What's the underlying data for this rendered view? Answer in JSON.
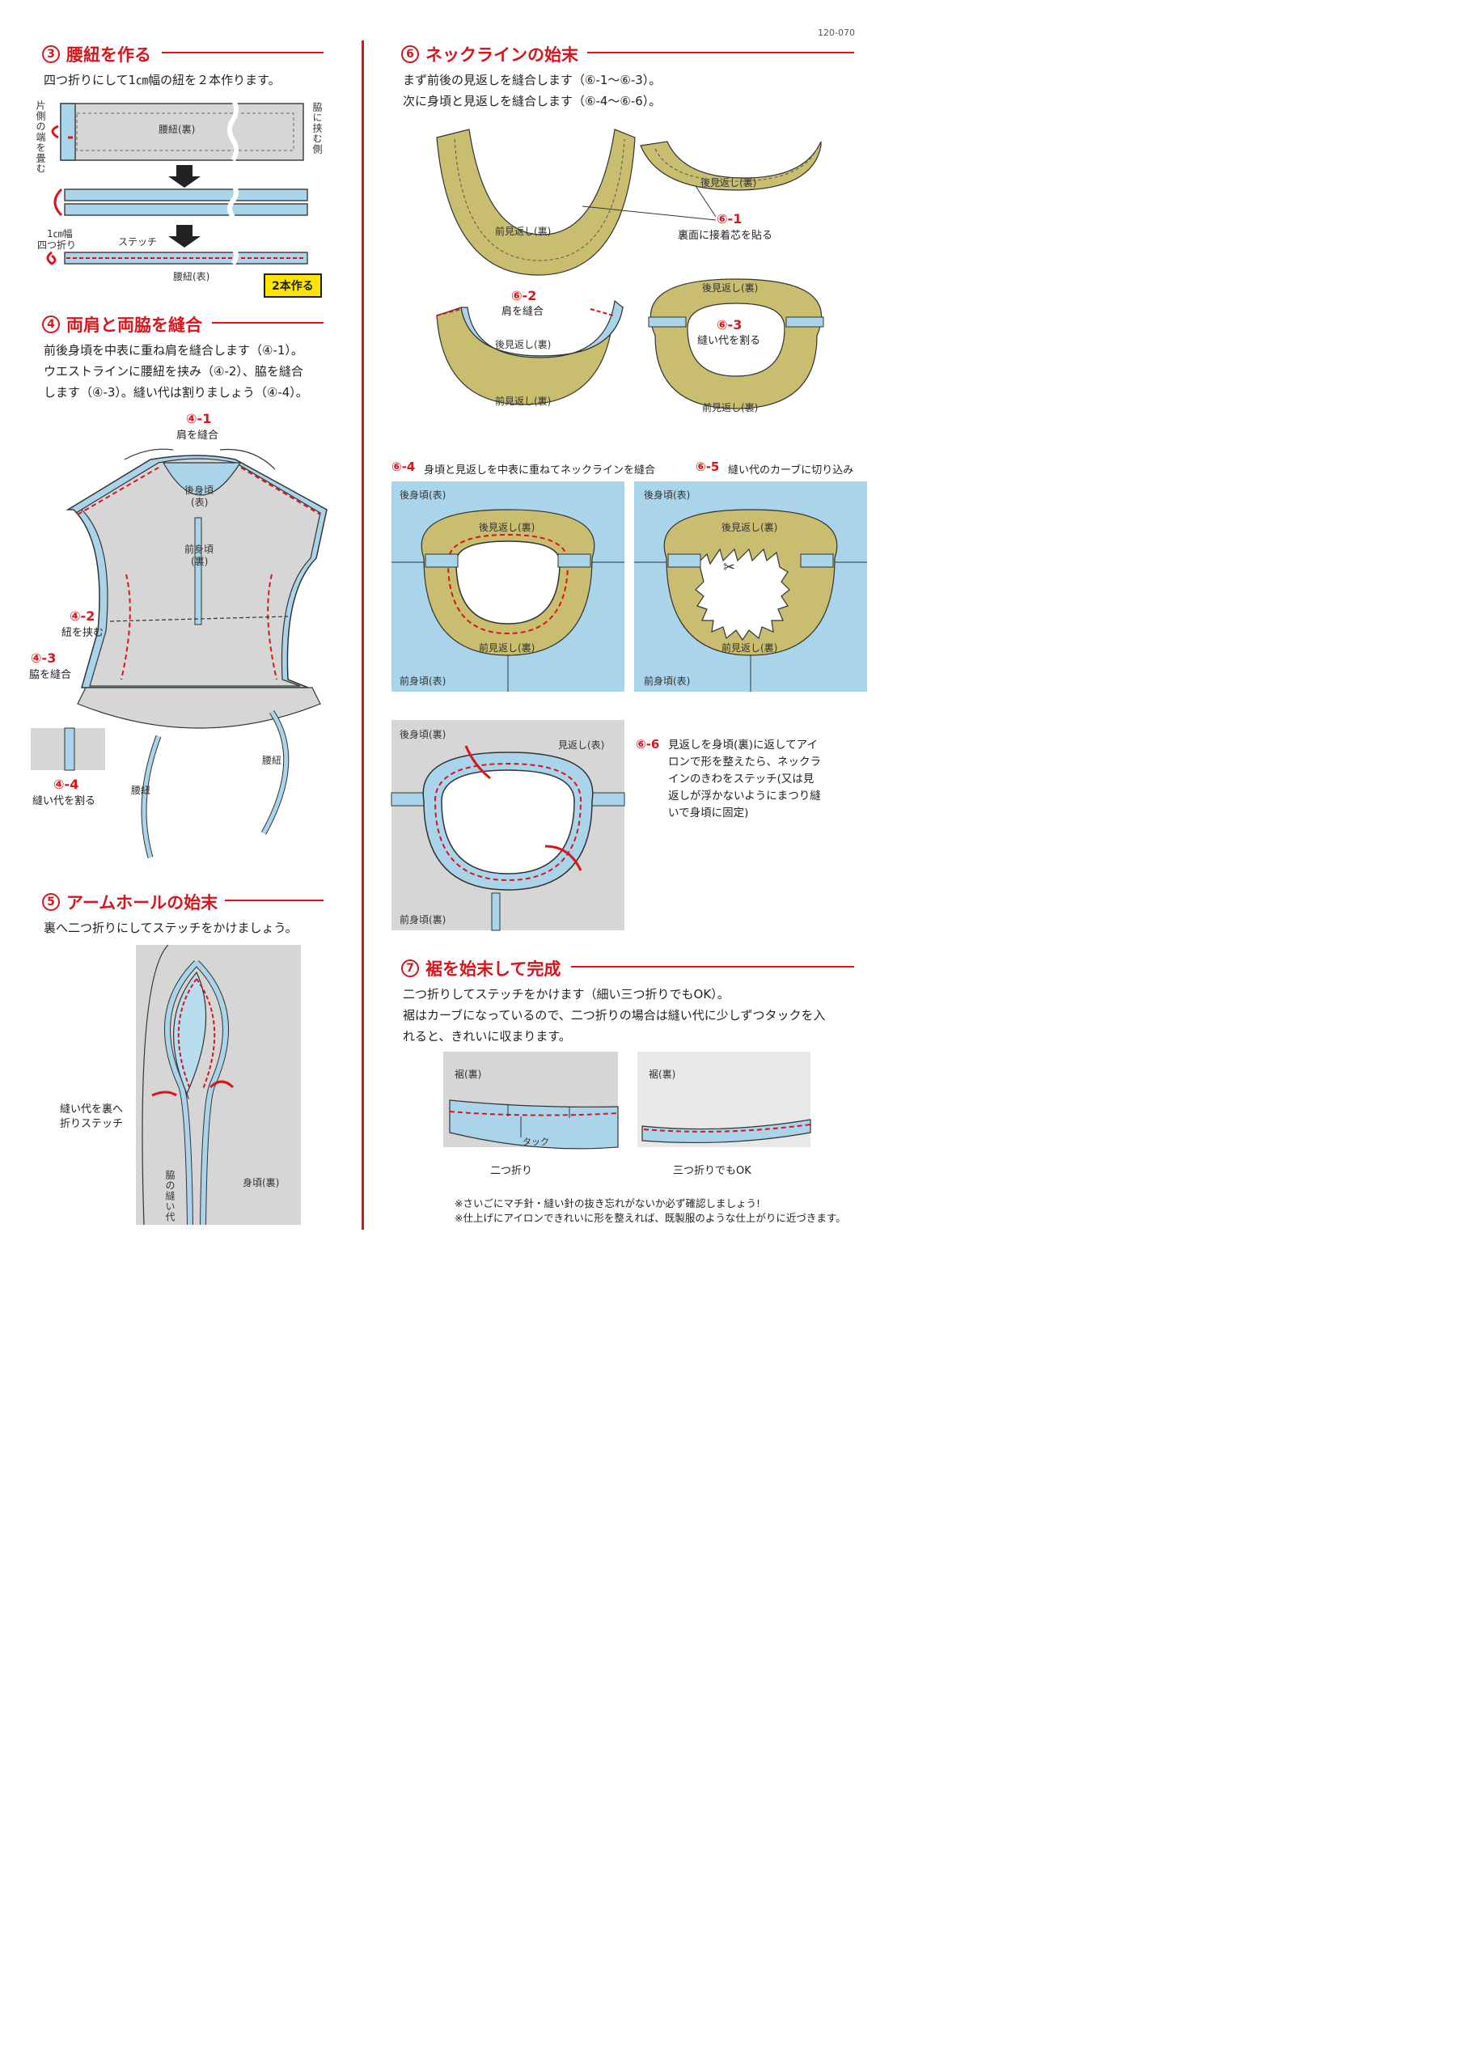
{
  "page_id": "120-070",
  "sections": {
    "s3": {
      "num": "3",
      "title": "腰紐を作る",
      "text": "四つ折りにして1㎝幅の紐を２本作ります。",
      "labels": {
        "fold_end": "片側の端を畳む",
        "between_sides": "脇に挟む側",
        "obi_back": "腰紐(裏)",
        "width": "1㎝幅",
        "quad_fold": "四つ折り",
        "stitch": "ステッチ",
        "obi_front": "腰紐(表)",
        "badge": "2本作る"
      }
    },
    "s4": {
      "num": "4",
      "title": "両肩と両脇を縫合",
      "text1": "前後身頃を中表に重ね肩を縫合します（④-1）。",
      "text2": "ウエストラインに腰紐を挟み（④-2）、脇を縫合",
      "text3": "します（④-3）。縫い代は割りましょう（④-4）。",
      "steps": {
        "s1_num": "④-1",
        "s1_cap": "肩を縫合",
        "s2_num": "④-2",
        "s2_cap": "紐を挟む",
        "s3_num": "④-3",
        "s3_cap": "脇を縫合",
        "s4_num": "④-4",
        "s4_cap": "縫い代を割る"
      },
      "labels": {
        "back_body": "後身頃",
        "back_body_side": "(表)",
        "front_body": "前身頃",
        "front_body_side": "(裏)",
        "obi_left": "腰紐",
        "obi_right": "腰紐"
      }
    },
    "s5": {
      "num": "5",
      "title": "アームホールの始末",
      "text": "裏へ二つ折りにしてステッチをかけましょう。",
      "labels": {
        "fold_line1": "縫い代を裏へ",
        "fold_line2": "折りステッチ",
        "side_allowance": "脇の縫い代",
        "body_back": "身頃(裏)"
      }
    },
    "s6": {
      "num": "6",
      "title": "ネックラインの始末",
      "text1": "まず前後の見返しを縫合します（⑥-1～⑥-3）。",
      "text2": "次に身頃と見返しを縫合します（⑥-4～⑥-6）。",
      "labels": {
        "front_facing_back": "前見返し(裏)",
        "back_facing_back": "後見返し(裏)"
      },
      "step1": {
        "num": "⑥-1",
        "cap": "裏面に接着芯を貼る"
      },
      "step2": {
        "num": "⑥-2",
        "cap": "肩を縫合"
      },
      "step3": {
        "num": "⑥-3",
        "cap": "縫い代を割る"
      },
      "step4": {
        "num": "⑥-4",
        "cap": "身頃と見返しを中表に重ねてネックラインを縫合"
      },
      "step5": {
        "num": "⑥-5",
        "cap": "縫い代のカーブに切り込み"
      },
      "panel_labels": {
        "back_body_front": "後身頃(表)",
        "front_body_front": "前身頃(表)",
        "back_body_back": "後身頃(裏)",
        "front_body_back": "前身頃(裏)",
        "facing_front": "見返し(表)"
      },
      "step6": {
        "num": "⑥-6",
        "lines": [
          "見返しを身頃(裏)に返してアイ",
          "ロンで形を整えたら、ネックラ",
          "インのきわをステッチ(又は見",
          "返しが浮かないようにまつり縫",
          "いで身頃に固定)"
        ]
      }
    },
    "s7": {
      "num": "7",
      "title": "裾を始末して完成",
      "text1": "二つ折りしてステッチをかけます（細い三つ折りでもOK）。",
      "text2": "裾はカーブになっているので、二つ折りの場合は縫い代に少しずつタックを入",
      "text3": "れると、きれいに収まります。",
      "labels": {
        "hem_back": "裾(裏)",
        "tuck": "タック",
        "double_fold": "二つ折り",
        "triple_fold": "三つ折りでもOK"
      },
      "notes": [
        "※さいごにマチ針・縫い針の抜き忘れがないか必ず確認しましょう!",
        "※仕上げにアイロンできれいに形を整えれば、既製服のような仕上がりに近づきます。"
      ]
    }
  },
  "colors": {
    "accent_red": "#d9141b",
    "fabric_blue": "#a9d4ea",
    "fabric_gray": "#d6d6d6",
    "facing_olive": "#c9bd6f",
    "badge_yellow": "#ffe600"
  }
}
